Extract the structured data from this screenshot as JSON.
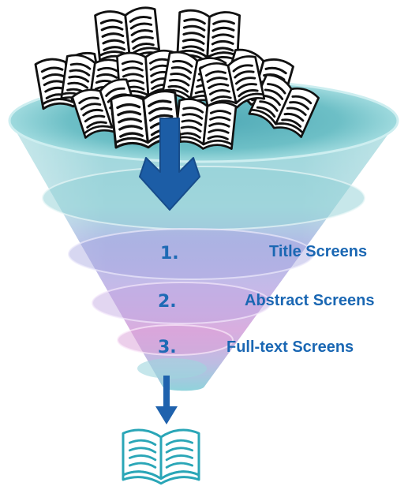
{
  "stages": [
    {
      "number": "1.",
      "label": "Title Screens"
    },
    {
      "number": "2.",
      "label": "Abstract Screens"
    },
    {
      "number": "3.",
      "label": "Full-text Screens"
    }
  ],
  "colors": {
    "stage_text": "#1e6ab5",
    "arrow": "#1b5aa3",
    "funnel_top": "#8fd1d6",
    "funnel_mid": "#b9b8e6",
    "funnel_low": "#d9a3d8",
    "funnel_tip": "#8fd0d8",
    "output_book": "#2aa6b7"
  },
  "icons": [
    "open-book-icon",
    "funnel-shape",
    "down-arrow-icon"
  ]
}
